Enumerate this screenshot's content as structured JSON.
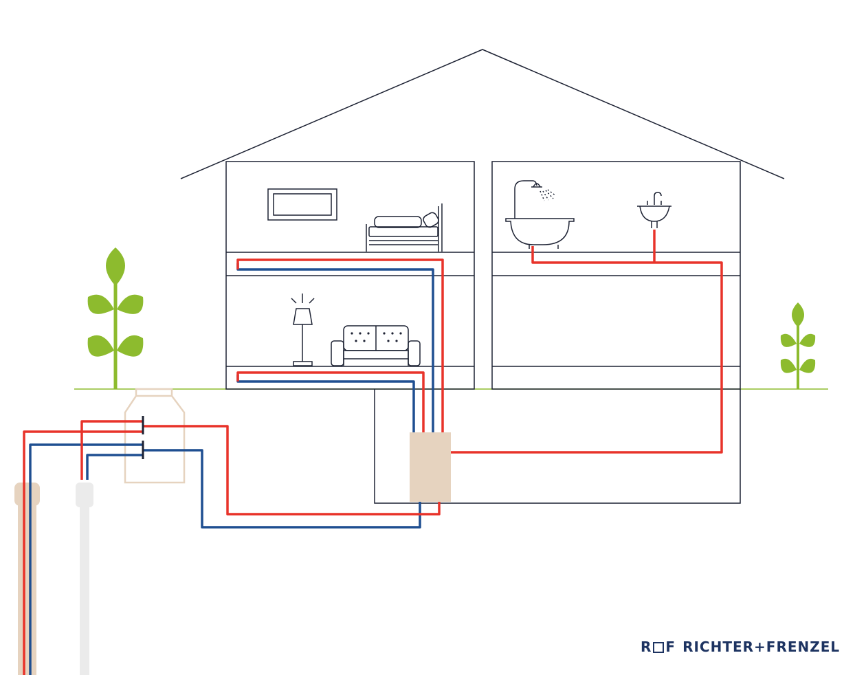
{
  "brand": {
    "name": "RICHTER+FRENZEL",
    "mark_left": "R",
    "mark_right": "F"
  },
  "colors": {
    "hot_pipe": "#e8332a",
    "cold_pipe": "#1f4f91",
    "outline": "#1d2233",
    "plant": "#8dbb2e",
    "ground": "#8dbb2e",
    "boiler": "#e6d3bf",
    "tank_outline": "#e6d3bf"
  },
  "icons": [
    "house-outline",
    "window-icon",
    "bed-icon",
    "bathtub-shower-icon",
    "sink-icon",
    "floor-lamp-icon",
    "sofa-icon",
    "plant-icon",
    "water-tank-icon",
    "heat-exchanger-icon"
  ]
}
